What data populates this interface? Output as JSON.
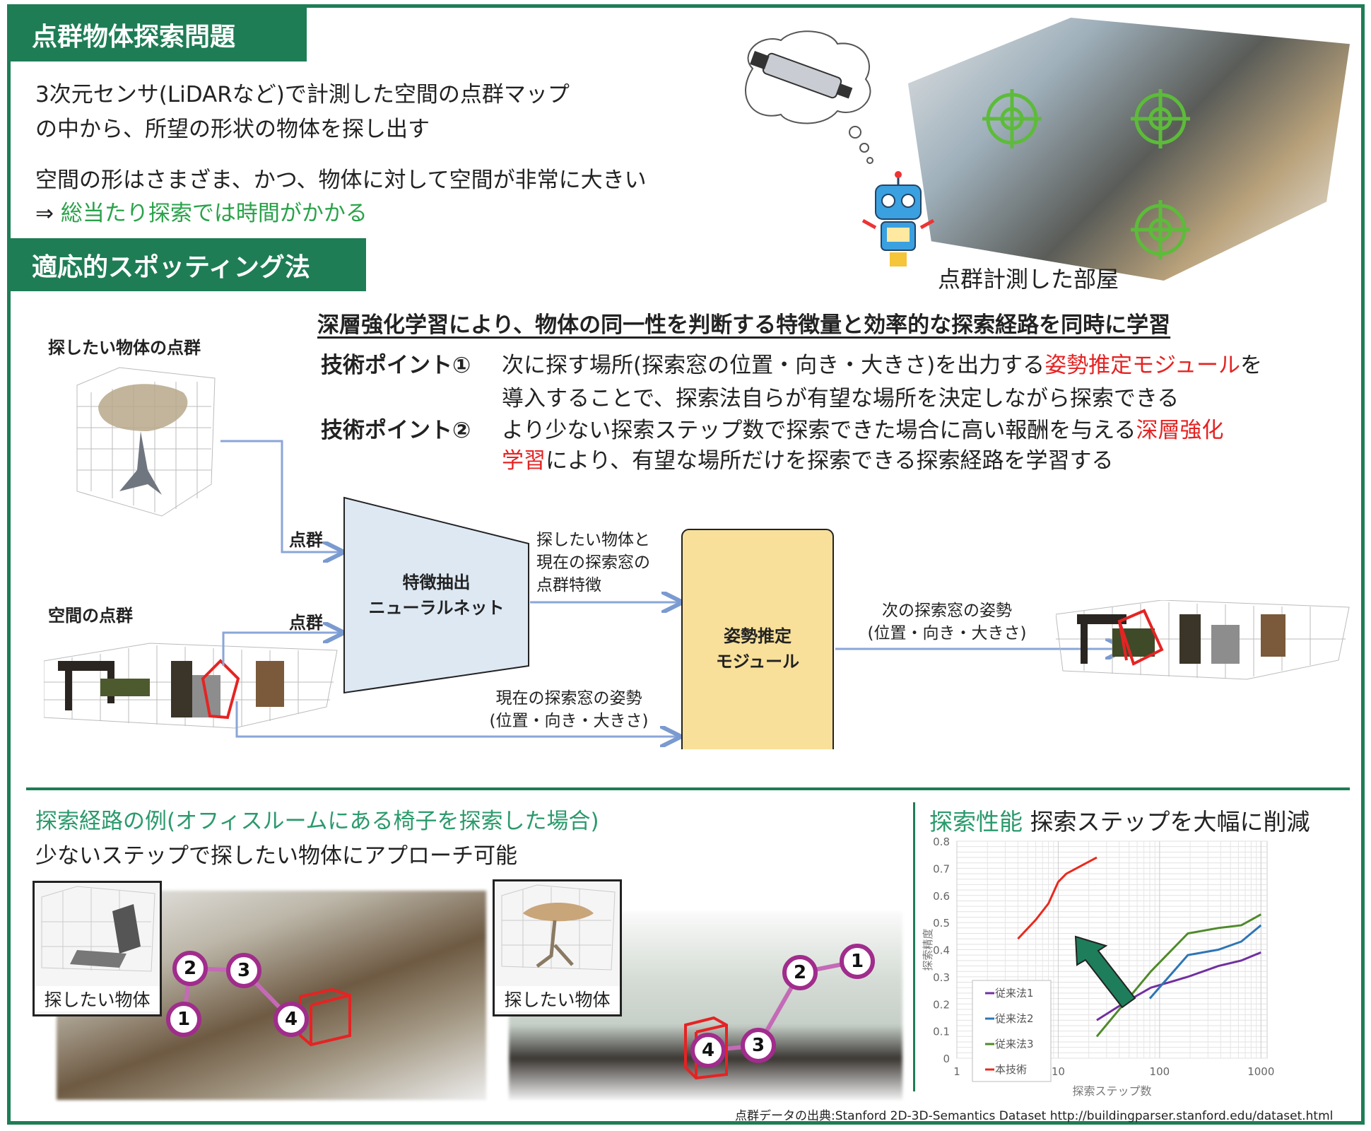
{
  "section1": {
    "title": "点群物体探索問題",
    "line1": "3次元センサ(LiDARなど)で計測した空間の点群マップ",
    "line2": "の中から、所望の形状の物体を探し出す",
    "line3": "空間の形はさまざま、かつ、物体に対して空間が非常に大きい",
    "line4_arrow": "⇒",
    "line4": "総当たり探索では時間がかかる",
    "room_caption": "点群計測した部屋"
  },
  "section2": {
    "title": "適応的スポッティング法",
    "headline": "深層強化学習により、物体の同一性を判断する特徴量と効率的な探索経路を同時に学習",
    "point1_label": "技術ポイント①",
    "point1_a": "次に探す場所(探索窓の位置・向き・大きさ)を出力する",
    "point1_red": "姿勢推定モジュール",
    "point1_b": "を",
    "point1_c": "導入することで、探索法自らが有望な場所を決定しながら探索できる",
    "point2_label": "技術ポイント②",
    "point2_a": "より少ない探索ステップ数で探索できた場合に高い報酬を与える",
    "point2_red1": "深層強化",
    "point2_red2": "学習",
    "point2_b": "により、有望な場所だけを探索できる探索経路を学習する"
  },
  "diagram": {
    "target_label": "探したい物体の点群",
    "space_label": "空間の点群",
    "edge1": "点群",
    "edge2": "点群",
    "nn_line1": "特徴抽出",
    "nn_line2": "ニューラルネット",
    "feat_line1": "探したい物体と",
    "feat_line2": "現在の探索窓の",
    "feat_line3": "点群特徴",
    "pose_line1": "姿勢推定",
    "pose_line2": "モジュール",
    "cur_line1": "現在の探索窓の姿勢",
    "cur_line2": "(位置・向き・大きさ)",
    "next_line1": "次の探索窓の姿勢",
    "next_line2": "(位置・向き・大きさ)"
  },
  "examples": {
    "title": "探索経路の例(オフィスルームにある椅子を探索した場合)",
    "subtitle": "少ないステップで探したい物体にアプローチ可能",
    "inset_caption_left": "探したい物体",
    "inset_caption_right": "探したい物体",
    "steps": [
      "1",
      "2",
      "3",
      "4"
    ]
  },
  "performance": {
    "title_green": "探索性能",
    "title_black": "探索ステップを大幅に削減"
  },
  "source": "点群データの出典:Stanford 2D-3D-Semantics Dataset http://buildingparser.stanford.edu/dataset.html",
  "chart_data": {
    "type": "line",
    "title": "",
    "xlabel": "探索ステップ数",
    "ylabel": "探索精度",
    "xscale": "log",
    "xlim": [
      1,
      1150
    ],
    "ylim": [
      0,
      0.8
    ],
    "xticks": [
      "1",
      "10",
      "100",
      "1000"
    ],
    "yticks": [
      "0",
      "0.1",
      "0.2",
      "0.3",
      "0.4",
      "0.5",
      "0.6",
      "0.7",
      "0.8"
    ],
    "legend": "left-middle",
    "grid": true,
    "series": [
      {
        "name": "従来法1",
        "color": "#7030a0",
        "x": [
          24,
          43,
          82,
          190,
          380,
          640,
          1000
        ],
        "y": [
          0.14,
          0.2,
          0.26,
          0.3,
          0.34,
          0.36,
          0.39
        ]
      },
      {
        "name": "従来法2",
        "color": "#2e75b6",
        "x": [
          80,
          190,
          380,
          640,
          1000
        ],
        "y": [
          0.22,
          0.38,
          0.4,
          0.43,
          0.49
        ]
      },
      {
        "name": "従来法3",
        "color": "#4f8a2a",
        "x": [
          24,
          82,
          190,
          380,
          640,
          1000
        ],
        "y": [
          0.08,
          0.32,
          0.46,
          0.48,
          0.49,
          0.53
        ]
      },
      {
        "name": "本技術",
        "color": "#e8291c",
        "x": [
          4,
          6,
          8,
          10,
          12,
          24
        ],
        "y": [
          0.44,
          0.51,
          0.57,
          0.65,
          0.68,
          0.74
        ]
      }
    ]
  }
}
